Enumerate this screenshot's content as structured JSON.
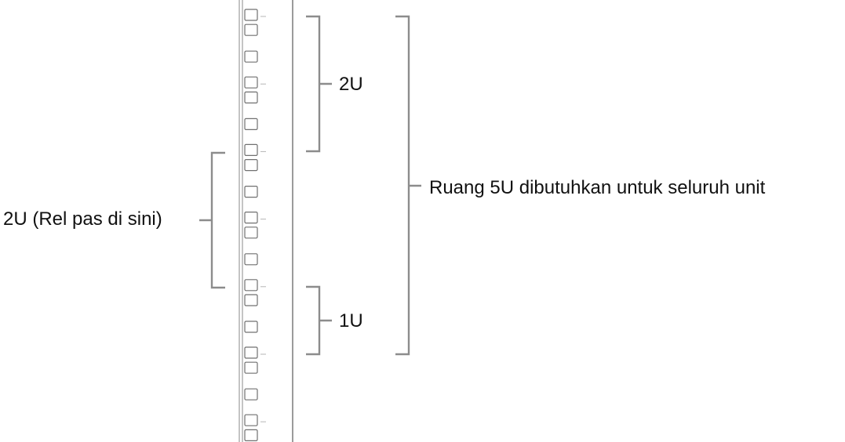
{
  "labels": {
    "top_2u": "2U",
    "bottom_1u": "1U",
    "total_space": "Ruang 5U dibutuhkan untuk seluruh unit",
    "rail_2u": "2U (Rel pas di sini)"
  }
}
